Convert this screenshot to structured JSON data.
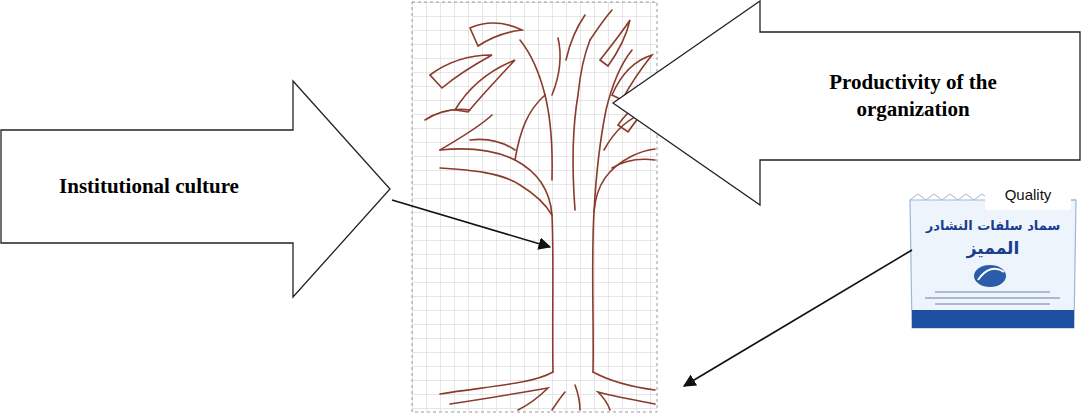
{
  "diagram": {
    "nodes": [
      {
        "text": [
          "Institutional culture"
        ]
      },
      {
        "text": [
          "Productivity of the organization"
        ]
      }
    ],
    "labels": [
      "Quality",
      "سماد سلفات النشادر",
      "المميز"
    ]
  }
}
